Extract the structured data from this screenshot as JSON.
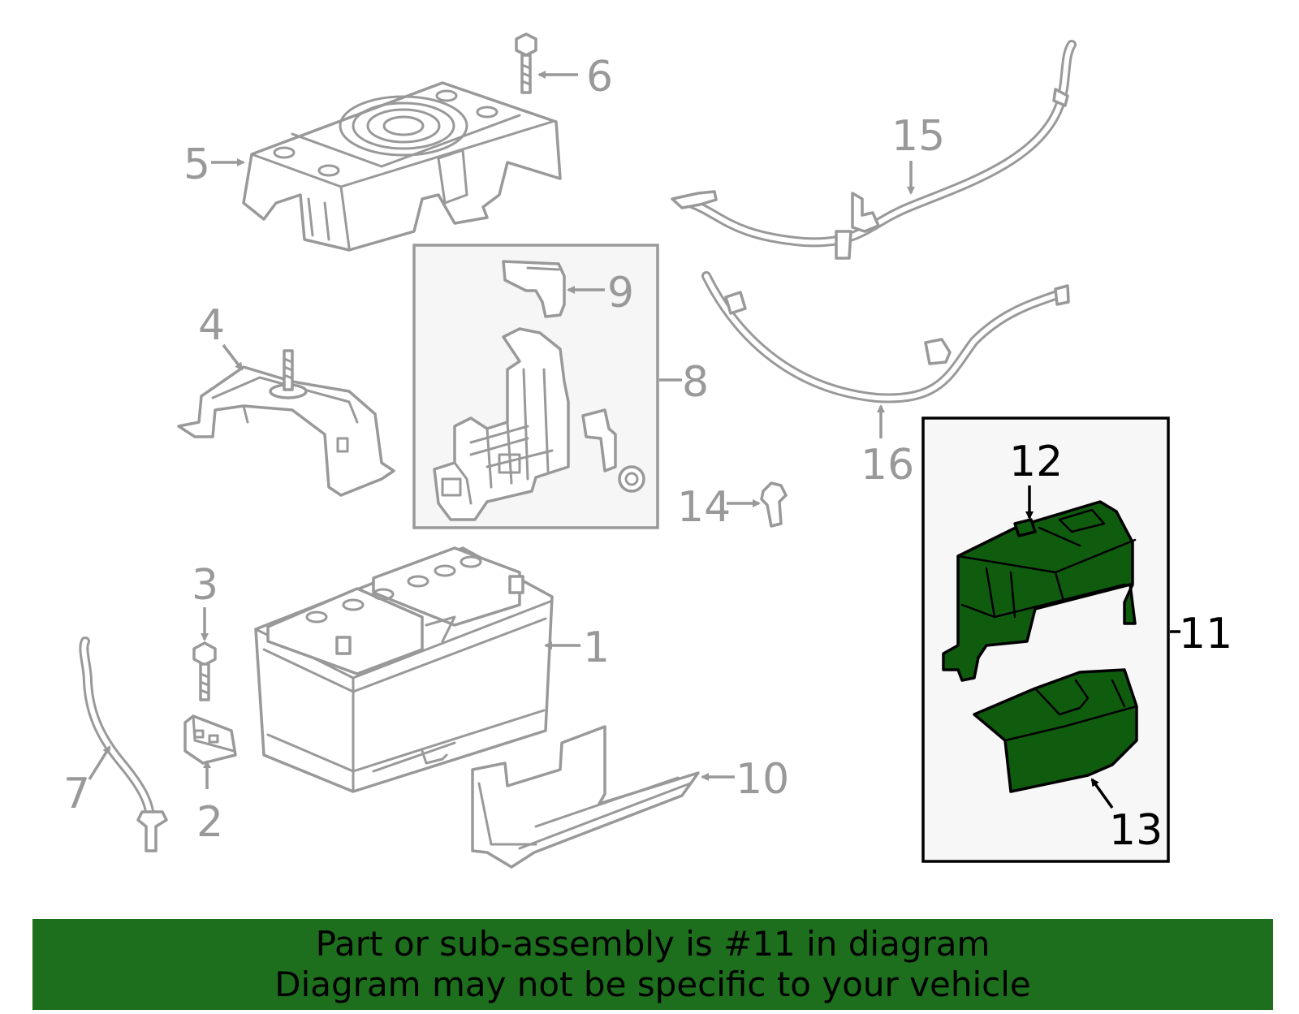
{
  "callouts": {
    "c1": "1",
    "c2": "2",
    "c3": "3",
    "c4": "4",
    "c5": "5",
    "c6": "6",
    "c7": "7",
    "c8": "8",
    "c9": "9",
    "c10": "10",
    "c11": "11",
    "c12": "12",
    "c13": "13",
    "c14": "14",
    "c15": "15",
    "c16": "16"
  },
  "highlight": {
    "part": "11",
    "fill_color": "#0f5c0f",
    "banner_color": "#1d6e1d"
  },
  "footer": {
    "line1": "Part or sub-assembly is #11 in diagram",
    "line2": "Diagram may not be specific to your vehicle"
  }
}
